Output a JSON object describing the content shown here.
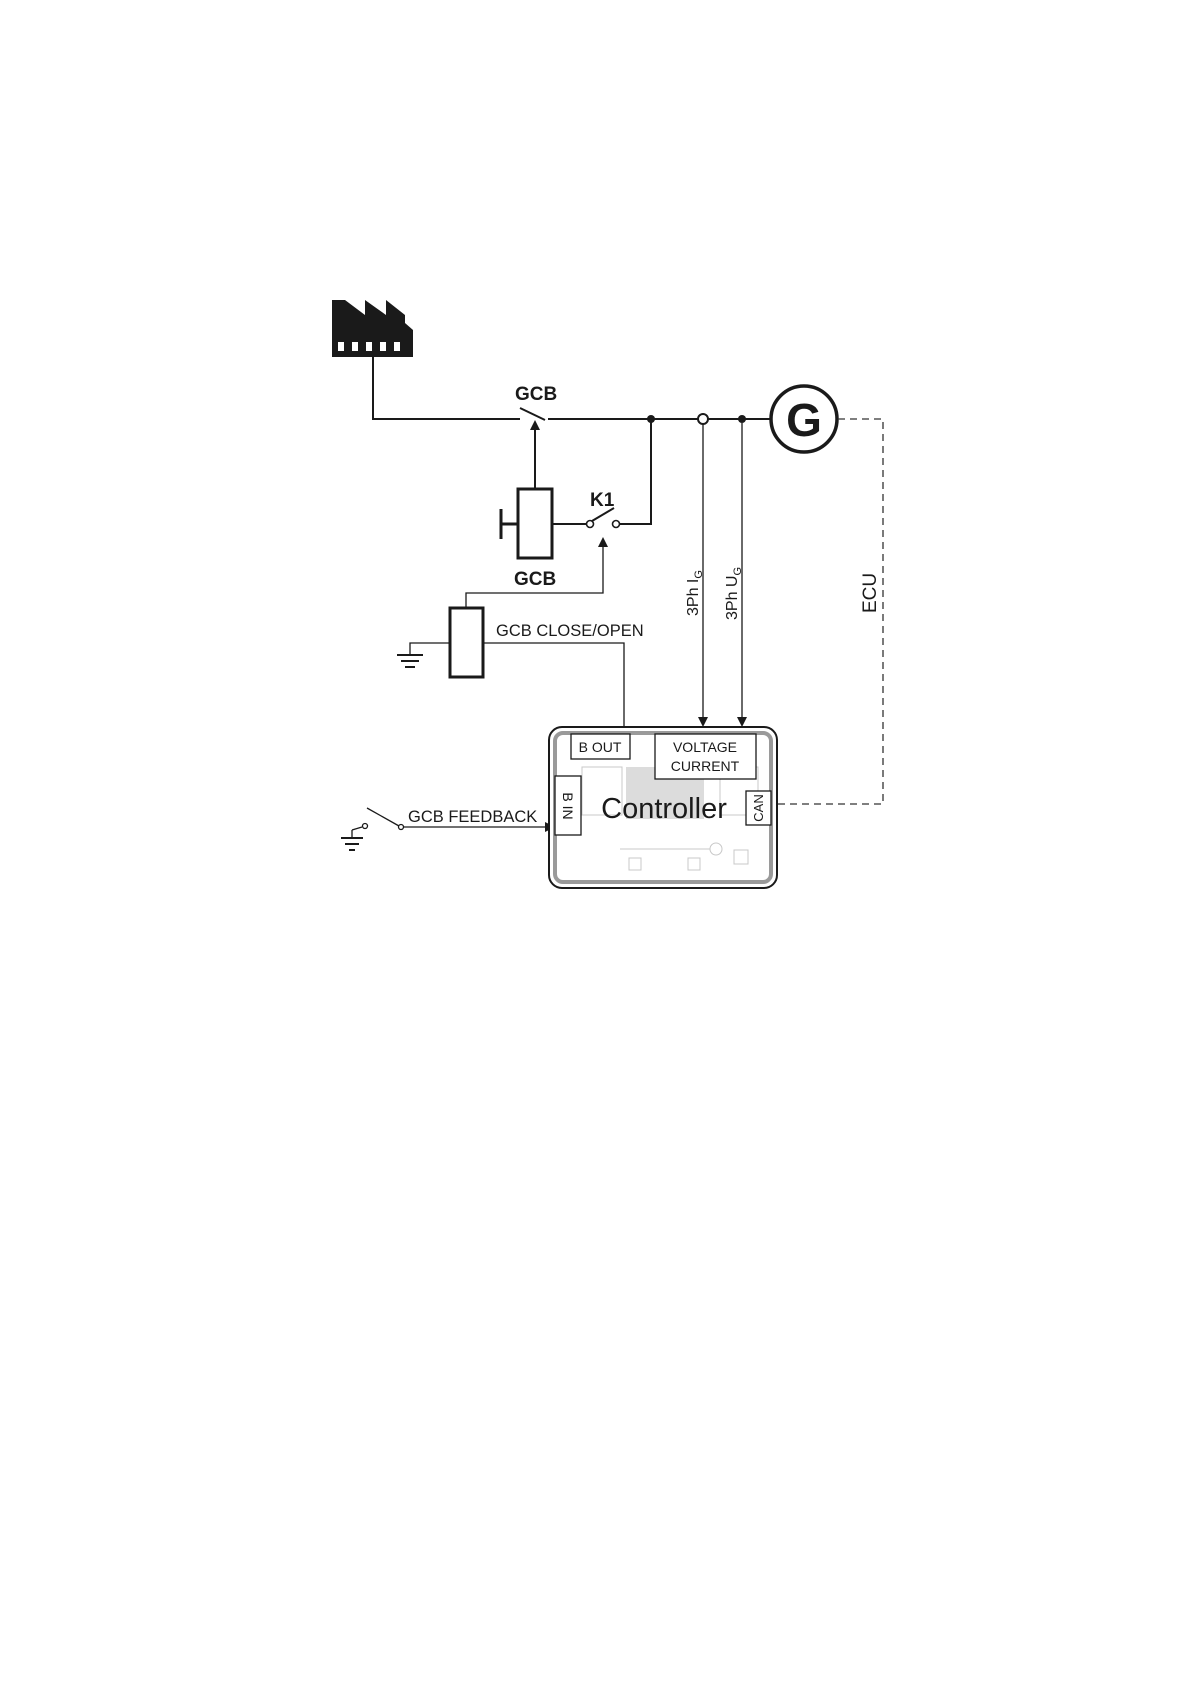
{
  "labels": {
    "gcb_top": "GCB",
    "k1": "K1",
    "gcb_coil": "GCB",
    "generator": "G",
    "gcb_close_open": "GCB CLOSE/OPEN",
    "gcb_feedback": "GCB FEEDBACK",
    "current_signal": {
      "main": "3Ph I",
      "sub": "G"
    },
    "voltage_signal": {
      "main": "3Ph U",
      "sub": "G"
    },
    "ecu": "ECU"
  },
  "controller": {
    "title": "Controller",
    "b_out": "B OUT",
    "voltage": "VOLTAGE",
    "current": "CURRENT",
    "b_in": "B IN",
    "can": "CAN"
  },
  "icons": {
    "factory": "factory-icon",
    "generator": "generator-symbol",
    "ground": "ground-icon"
  }
}
